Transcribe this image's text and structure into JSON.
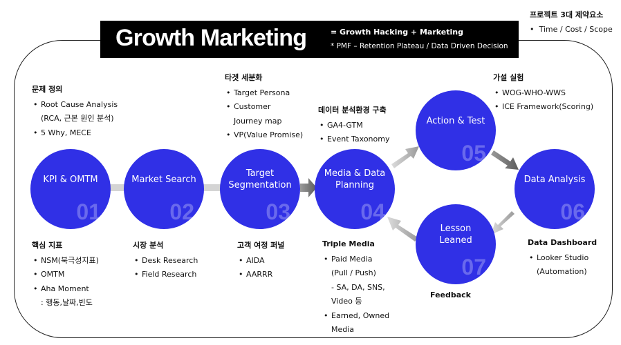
{
  "header": {
    "title": "Growth Marketing",
    "subtitle": "= Growth Hacking + Marketing",
    "note": "* PMF – Retention Plateau / Data Driven Decision"
  },
  "constraints": {
    "heading": "프로젝트 3대 제약요소",
    "item": "Time / Cost / Scope"
  },
  "nodes": [
    {
      "label": "KPI & OMTM",
      "num": "01"
    },
    {
      "label": "Market Search",
      "num": "02"
    },
    {
      "label": "Target\nSegmentation",
      "num": "03"
    },
    {
      "label": "Media & Data\nPlanning",
      "num": "04"
    },
    {
      "label": "Action & Test",
      "num": "05"
    },
    {
      "label": "Data Analysis",
      "num": "06"
    },
    {
      "label": "Lesson\nLeaned",
      "num": "07"
    }
  ],
  "blocks": {
    "problem": {
      "heading": "문제 정의",
      "items": [
        "Root Cause Analysis",
        "(RCA, 근본 원인 분석)",
        "5 Why, MECE"
      ]
    },
    "target": {
      "heading": "타겟 세분화",
      "items": [
        "Target Persona",
        "Customer",
        "Journey map",
        "VP(Value Promise)"
      ]
    },
    "env": {
      "heading": "데이터 분석환경 구축",
      "items": [
        "GA4-GTM",
        "Event Taxonomy"
      ]
    },
    "hypo": {
      "heading": "가설 실험",
      "items": [
        "WOG-WHO-WWS",
        "ICE Framework(Scoring)"
      ]
    },
    "kpi": {
      "heading": "핵심 지표",
      "items": [
        "NSM(북극성지표)",
        "OMTM",
        "Aha Moment",
        ": 행동,날짜,빈도"
      ]
    },
    "market": {
      "heading": "시장 분석",
      "items": [
        "Desk Research",
        "Field Research"
      ]
    },
    "funnel": {
      "heading": "고객 여정 퍼널",
      "items": [
        "AIDA",
        "AARRR"
      ]
    },
    "media": {
      "heading": "Triple Media",
      "items": [
        "Paid Media",
        "(Pull / Push)",
        "- SA, DA, SNS,",
        "Video 등",
        "Earned, Owned",
        "Media"
      ]
    },
    "dashboard": {
      "heading": "Data Dashboard",
      "items": [
        "Looker Studio",
        "(Automation)"
      ]
    }
  },
  "feedback": "Feedback",
  "colors": {
    "node": "#3030e6",
    "arrow": "#a8a8a8",
    "arrow_dark": "#6e6e6e"
  }
}
